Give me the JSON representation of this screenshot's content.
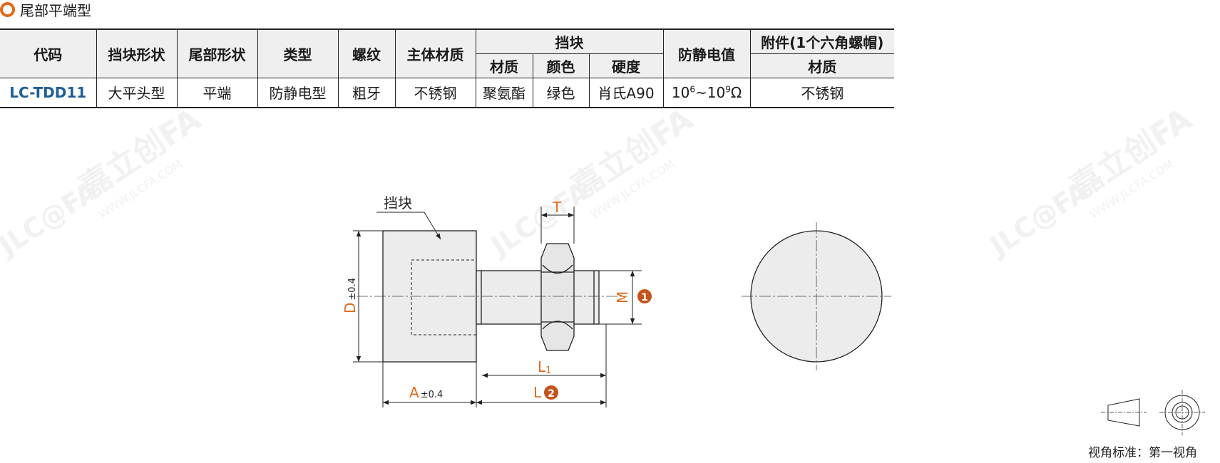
{
  "section": {
    "title": "尾部平端型"
  },
  "table": {
    "headers": {
      "code": "代码",
      "stopper_shape": "挡块形状",
      "tail_shape": "尾部形状",
      "type": "类型",
      "thread": "螺纹",
      "body_material": "主体材质",
      "stopper_group": "挡块",
      "stopper_material": "材质",
      "stopper_color": "颜色",
      "stopper_hardness": "硬度",
      "antistatic": "防静电值",
      "accessory_group": "附件(1个六角螺帽)",
      "accessory_material": "材质"
    },
    "row": {
      "code": "LC-TDD11",
      "stopper_shape": "大平头型",
      "tail_shape": "平端",
      "type": "防静电型",
      "thread": "粗牙",
      "body_material": "不锈钢",
      "stopper_material": "聚氨酯",
      "stopper_color": "绿色",
      "stopper_hardness": "肖氏A90",
      "antistatic_base1": "10",
      "antistatic_exp1": "6",
      "antistatic_mid": "~10",
      "antistatic_exp2": "9",
      "antistatic_unit": "Ω",
      "accessory_material": "不锈钢"
    }
  },
  "drawing": {
    "stopper_label": "挡块",
    "dim_T": "T",
    "dim_M": "M",
    "dim_D": "D",
    "dim_D_tol": "±0.4",
    "dim_A": "A",
    "dim_A_tol": "±0.4",
    "dim_L1": "L",
    "dim_L1_sub": "1",
    "dim_L": "L",
    "badge_1": "1",
    "badge_2": "2"
  },
  "watermark": {
    "brand": "嘉立创FA",
    "logo": "JLC@FA",
    "url": "WWW.JLCFA.COM"
  },
  "view_standard": "视角标准：第一视角",
  "colors": {
    "accent": "#e06a1c",
    "code_blue": "#1f5e98",
    "header_bg": "#efefef",
    "part_fill": "#ececec"
  }
}
